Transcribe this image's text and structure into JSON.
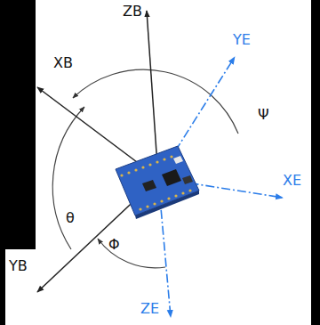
{
  "diagram": {
    "labels": [
      "ZB",
      "XB",
      "YB",
      "YE",
      "XE",
      "ZE",
      "Ψ",
      "θ",
      "Φ"
    ]
  }
}
